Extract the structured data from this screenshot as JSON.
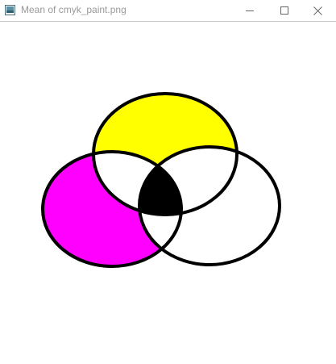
{
  "window": {
    "title": "Mean of cmyk_paint.png",
    "controls": {
      "minimize_icon": "minimize-icon",
      "maximize_icon": "maximize-icon",
      "close_icon": "close-icon"
    }
  },
  "image": {
    "description_shapes": [
      "yellow-ellipse",
      "magenta-ellipse",
      "white-ellipse",
      "black-intersection"
    ],
    "colors": {
      "yellow": "#ffff00",
      "magenta": "#ff00ff",
      "white": "#ffffff",
      "black": "#000000",
      "outline": "#000000",
      "background": "#ffffff"
    }
  }
}
